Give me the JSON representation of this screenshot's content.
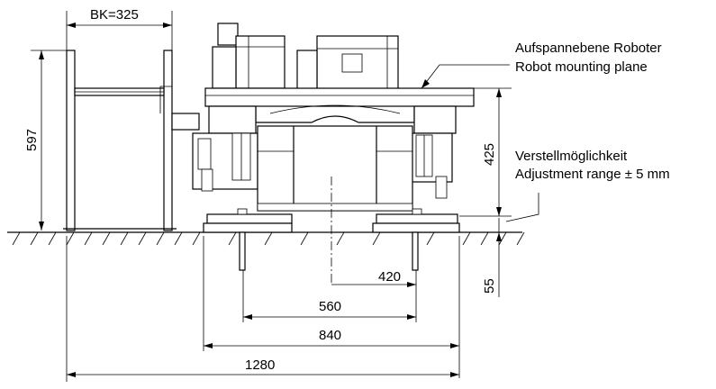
{
  "dimensions": {
    "bk": "BK=325",
    "height_597": "597",
    "height_425": "425",
    "height_55": "55",
    "width_420": "420",
    "width_560": "560",
    "width_840": "840",
    "width_1280": "1280"
  },
  "annotations": {
    "mounting_plane_de": "Aufspannebene Roboter",
    "mounting_plane_en": "Robot mounting plane",
    "adjustment_de": "Verstellmöglichkeit",
    "adjustment_en": "Adjustment range ± 5 mm"
  }
}
